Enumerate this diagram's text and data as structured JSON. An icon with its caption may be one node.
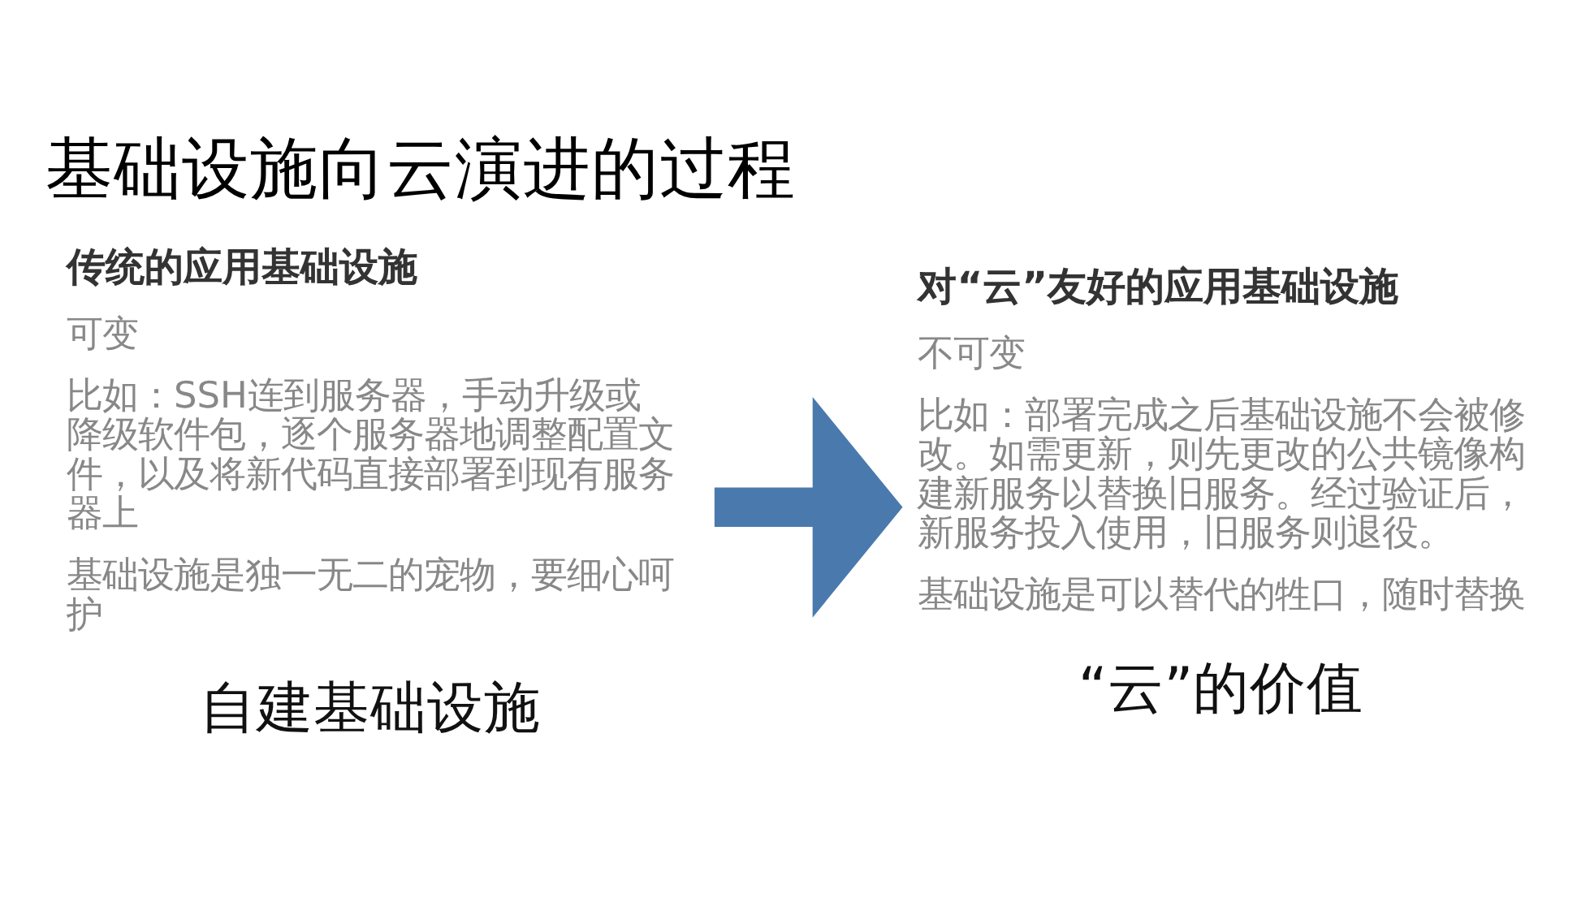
{
  "diagram": {
    "title": "基础设施向云演进的过程",
    "nodes": [
      {
        "text": [
          "传统的应用基础设施",
          "可变",
          "比如：SSH连到服务器，手动升级或降级软件包，逐个服务器地调整配置文件，以及将新代码直接部署到现有服务器上",
          "基础设施是独一无二的宠物，要细心呵护"
        ],
        "beside": [
          "自建基础设施"
        ]
      },
      {
        "text": [
          "对“云”友好的应用基础设施",
          "不可变",
          "比如：部署完成之后基础设施不会被修改。如需更新，则先更改的公共镜像构建新服务以替换旧服务。经过验证后，新服务投入使用，旧服务则退役。",
          "基础设施是可以替代的牲口，随时替换"
        ],
        "beside": [
          "“云”的价值"
        ]
      }
    ],
    "edges": [
      {
        "from": 0,
        "to": 1,
        "arrow": "to",
        "color": "#4a7aad"
      }
    ]
  }
}
